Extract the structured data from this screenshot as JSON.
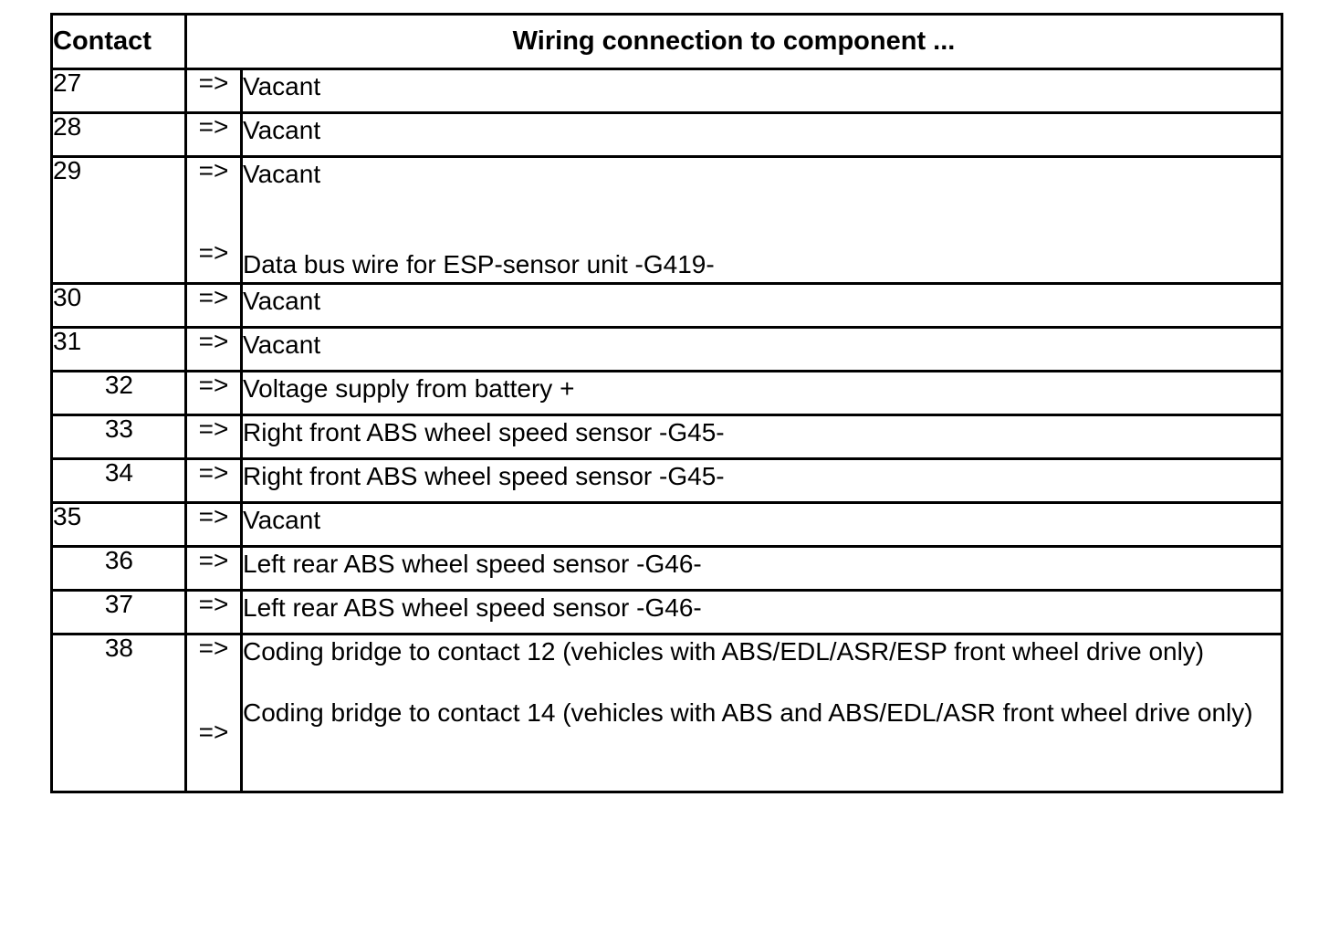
{
  "table": {
    "header": {
      "contact_label": "Contact",
      "description_label": "Wiring connection to component ..."
    },
    "arrow_glyph": "=>",
    "rows": [
      {
        "contact": "27",
        "align": "left",
        "entries": [
          "Vacant"
        ]
      },
      {
        "contact": "28",
        "align": "left",
        "entries": [
          "Vacant"
        ]
      },
      {
        "contact": "29",
        "align": "left",
        "entries": [
          "Vacant",
          "Data bus wire for ESP-sensor unit -G419-"
        ]
      },
      {
        "contact": "30",
        "align": "left",
        "entries": [
          "Vacant"
        ]
      },
      {
        "contact": "31",
        "align": "left",
        "entries": [
          "Vacant"
        ]
      },
      {
        "contact": "32",
        "align": "indent",
        "entries": [
          "Voltage supply from battery +"
        ]
      },
      {
        "contact": "33",
        "align": "indent",
        "entries": [
          "Right front ABS wheel speed sensor -G45-"
        ]
      },
      {
        "contact": "34",
        "align": "indent",
        "entries": [
          "Right front ABS wheel speed sensor -G45-"
        ]
      },
      {
        "contact": "35",
        "align": "left",
        "entries": [
          "Vacant"
        ]
      },
      {
        "contact": "36",
        "align": "indent",
        "entries": [
          "Left rear ABS wheel speed sensor -G46-"
        ]
      },
      {
        "contact": "37",
        "align": "indent",
        "entries": [
          "Left rear ABS wheel speed sensor -G46-"
        ]
      },
      {
        "contact": "38",
        "align": "indent",
        "entries": [
          "Coding bridge to contact 12 (vehicles with ABS/EDL/ASR/ESP front wheel drive only)",
          "Coding bridge to contact 14 (vehicles with ABS and ABS/EDL/ASR front wheel drive only)"
        ]
      }
    ]
  },
  "colors": {
    "border": "#000000",
    "text": "#000000",
    "background": "#ffffff"
  }
}
